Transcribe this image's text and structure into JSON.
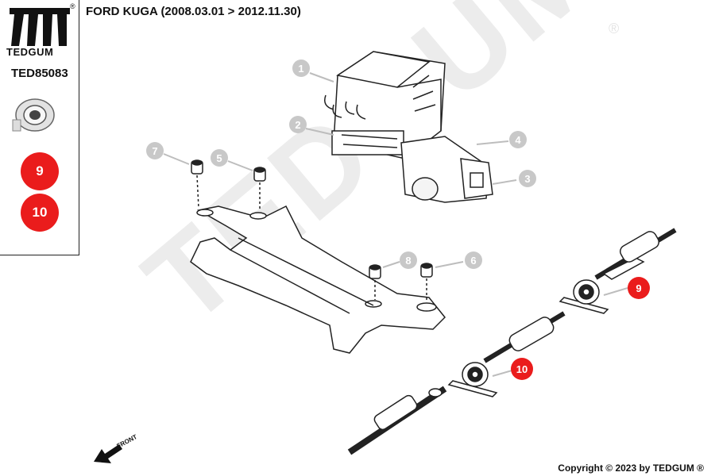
{
  "sidebar": {
    "brand": "TEDGUM",
    "registered": "®",
    "part_number": "TED85083",
    "badges": [
      "9",
      "10"
    ]
  },
  "header": {
    "title": "FORD KUGA  (2008.03.01 > 2012.11.30)"
  },
  "watermark": {
    "text": "TEDGUM",
    "registered": "®"
  },
  "callouts": [
    "1",
    "2",
    "3",
    "4",
    "5",
    "6",
    "7",
    "8"
  ],
  "highlighted_callouts": [
    "9",
    "10"
  ],
  "front_indicator": "FRONT",
  "footer": {
    "copyright": "Copyright © 2023 by TEDGUM ®"
  },
  "colors": {
    "accent_red": "#ea1c1c",
    "callout_gray": "#c8c8c8",
    "watermark": "#ececec"
  }
}
